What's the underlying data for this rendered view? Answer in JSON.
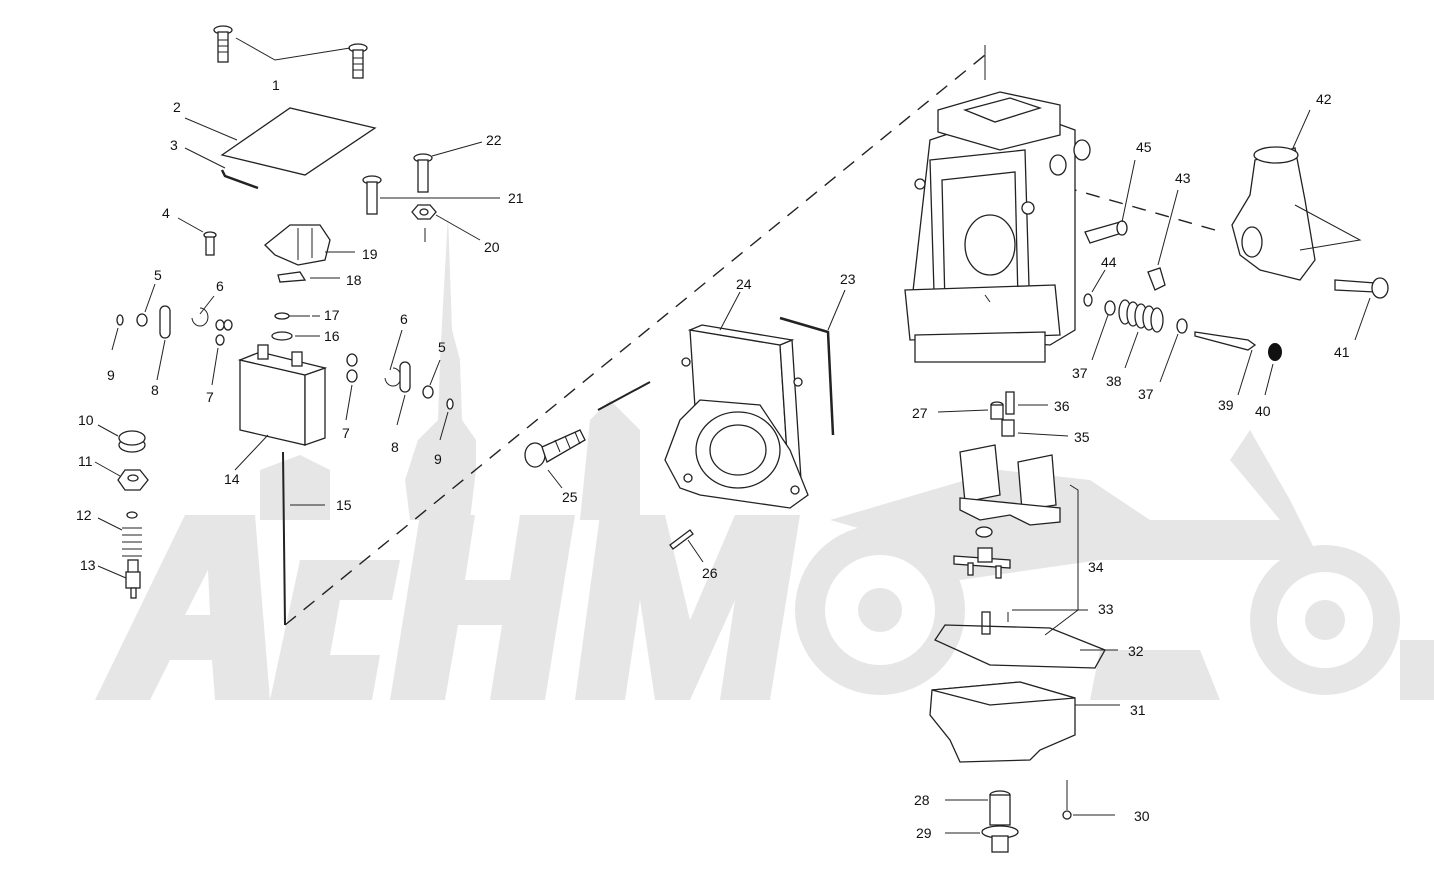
{
  "watermark": {
    "text": "АСНМОТО",
    "color": "#e4e4e4"
  },
  "callouts": [
    {
      "id": "c1",
      "text": "1"
    },
    {
      "id": "c2",
      "text": "2"
    },
    {
      "id": "c3",
      "text": "3"
    },
    {
      "id": "c4",
      "text": "4"
    },
    {
      "id": "c5a",
      "text": "5"
    },
    {
      "id": "c5b",
      "text": "5"
    },
    {
      "id": "c6a",
      "text": "6"
    },
    {
      "id": "c6b",
      "text": "6"
    },
    {
      "id": "c7a",
      "text": "7"
    },
    {
      "id": "c7b",
      "text": "7"
    },
    {
      "id": "c8a",
      "text": "8"
    },
    {
      "id": "c8b",
      "text": "8"
    },
    {
      "id": "c9a",
      "text": "9"
    },
    {
      "id": "c9b",
      "text": "9"
    },
    {
      "id": "c10",
      "text": "10"
    },
    {
      "id": "c11",
      "text": "11"
    },
    {
      "id": "c12",
      "text": "12"
    },
    {
      "id": "c13",
      "text": "13"
    },
    {
      "id": "c14",
      "text": "14"
    },
    {
      "id": "c15",
      "text": "15"
    },
    {
      "id": "c16",
      "text": "16"
    },
    {
      "id": "c17",
      "text": "17"
    },
    {
      "id": "c18",
      "text": "18"
    },
    {
      "id": "c19",
      "text": "19"
    },
    {
      "id": "c20",
      "text": "20"
    },
    {
      "id": "c21",
      "text": "21"
    },
    {
      "id": "c22",
      "text": "22"
    },
    {
      "id": "c23",
      "text": "23"
    },
    {
      "id": "c24",
      "text": "24"
    },
    {
      "id": "c25",
      "text": "25"
    },
    {
      "id": "c26",
      "text": "26"
    },
    {
      "id": "c27",
      "text": "27"
    },
    {
      "id": "c28",
      "text": "28"
    },
    {
      "id": "c29",
      "text": "29"
    },
    {
      "id": "c30",
      "text": "30"
    },
    {
      "id": "c31",
      "text": "31"
    },
    {
      "id": "c32",
      "text": "32"
    },
    {
      "id": "c33",
      "text": "33"
    },
    {
      "id": "c34",
      "text": "34"
    },
    {
      "id": "c35",
      "text": "35"
    },
    {
      "id": "c36",
      "text": "36"
    },
    {
      "id": "c37a",
      "text": "37"
    },
    {
      "id": "c37b",
      "text": "37"
    },
    {
      "id": "c38",
      "text": "38"
    },
    {
      "id": "c39",
      "text": "39"
    },
    {
      "id": "c40",
      "text": "40"
    },
    {
      "id": "c41",
      "text": "41"
    },
    {
      "id": "c42",
      "text": "42"
    },
    {
      "id": "c43",
      "text": "43"
    },
    {
      "id": "c44",
      "text": "44"
    },
    {
      "id": "c45",
      "text": "45"
    }
  ]
}
